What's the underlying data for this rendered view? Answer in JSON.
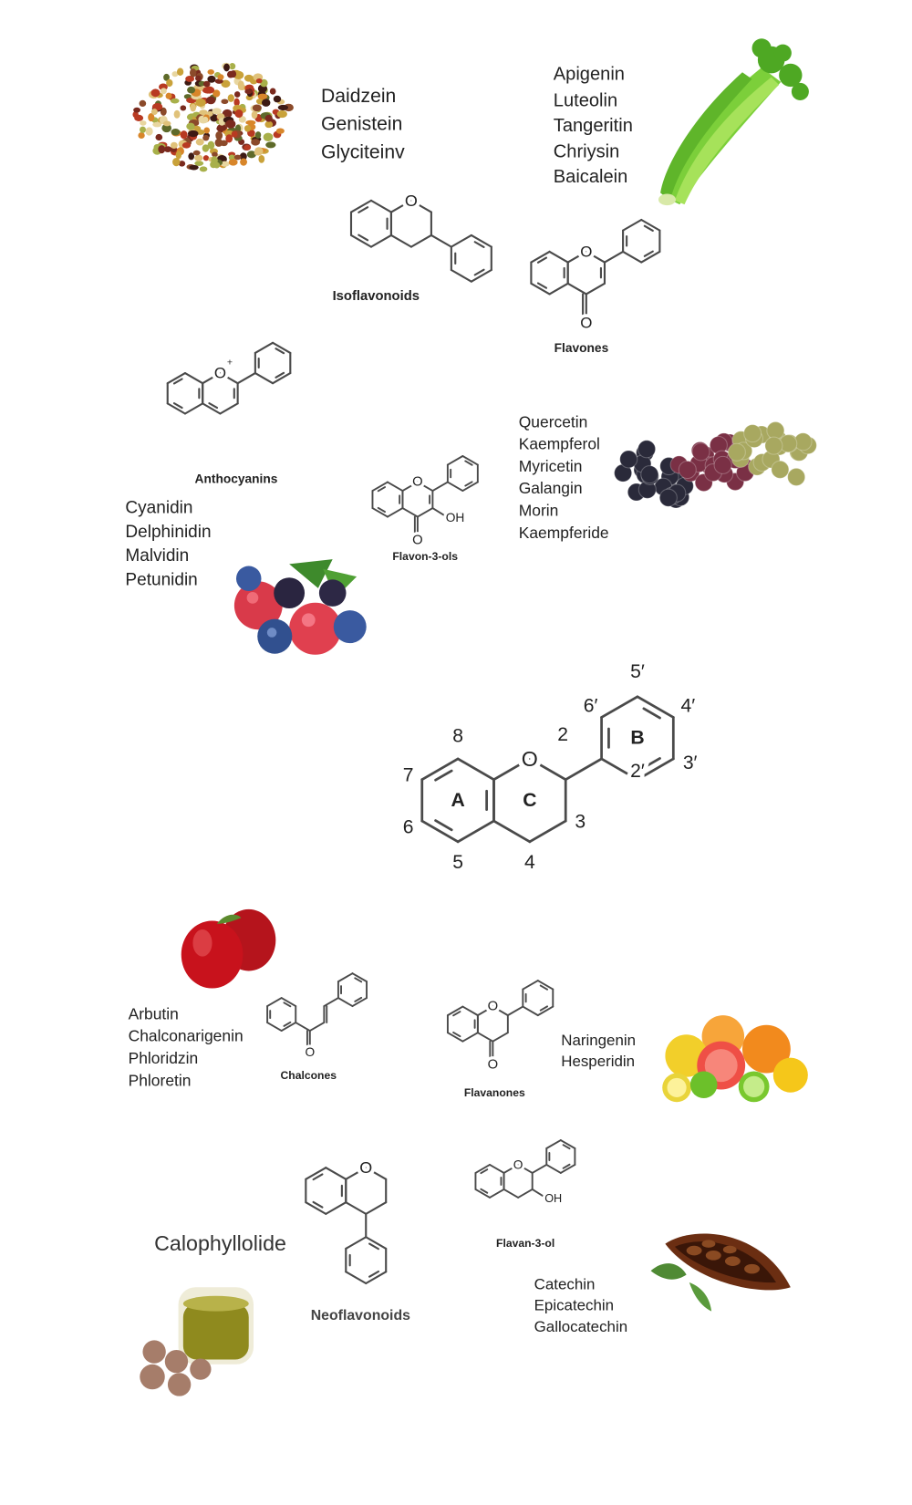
{
  "classes": {
    "isoflavonoids": {
      "name": "Isoflavonoids",
      "compounds": [
        "Daidzein",
        "Genistein",
        "Glyciteinv"
      ]
    },
    "flavones": {
      "name": "Flavones",
      "compounds": [
        "Apigenin",
        "Luteolin",
        "Tangeritin",
        "Chriysin",
        "Baicalein"
      ]
    },
    "anthocyanins": {
      "name": "Anthocyanins",
      "compounds": [
        "Cyanidin",
        "Delphinidin",
        "Malvidin",
        "Petunidin"
      ]
    },
    "flavon3ols": {
      "name": "Flavon-3-ols",
      "compounds": [
        "Quercetin",
        "Kaempferol",
        "Myricetin",
        "Galangin",
        "Morin",
        "Kaempferide"
      ]
    },
    "chalcones": {
      "name": "Chalcones",
      "compounds": [
        "Arbutin",
        "Chalconarigenin",
        "Phloridzin",
        "Phloretin"
      ]
    },
    "flavanones": {
      "name": "Flavanones",
      "compounds": [
        "Naringenin",
        "Hesperidin"
      ]
    },
    "neoflavonoids": {
      "name": "Neoflavonoids",
      "compounds": [
        "Calophyllolide"
      ]
    },
    "flavan3ol": {
      "name": "Flavan-3-ol",
      "compounds": [
        "Catechin",
        "Epicatechin",
        "Gallocatechin"
      ]
    }
  },
  "atoms": {
    "oxygen": "O",
    "hydroxyl": "OH",
    "oxonium": "O+"
  },
  "core": {
    "rings": {
      "a": "A",
      "b": "B",
      "c": "C"
    },
    "positions": {
      "p2": "2",
      "p3": "3",
      "p4": "4",
      "p5": "5",
      "p6": "6",
      "p7": "7",
      "p8": "8",
      "p2p": "2′",
      "p3p": "3′",
      "p4p": "4′",
      "p5p": "5′",
      "p6p": "6′"
    }
  },
  "colors": {
    "bond": "#4a4a4a",
    "text": "#222222"
  }
}
